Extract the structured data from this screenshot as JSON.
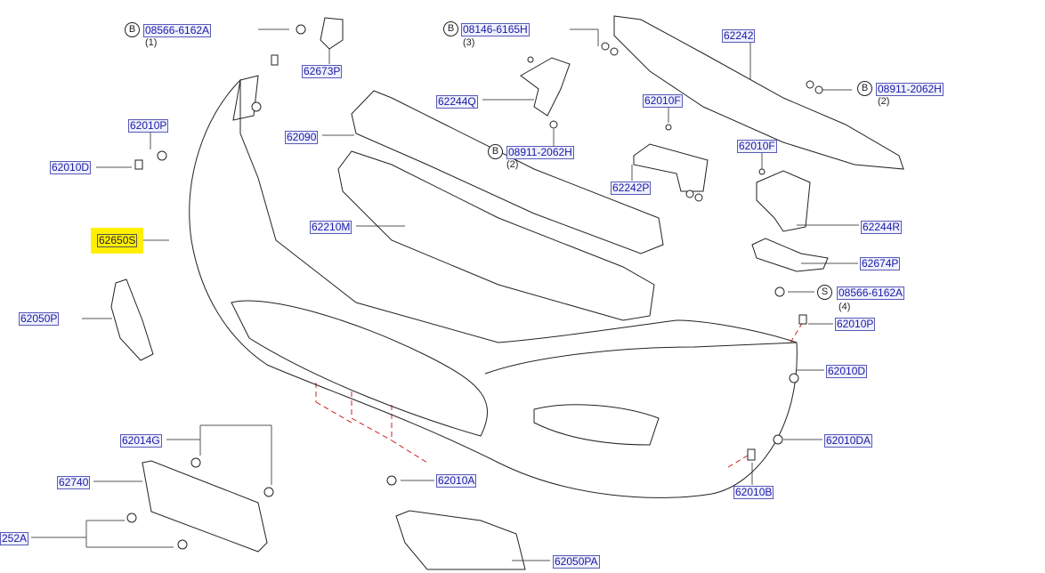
{
  "labels": [
    {
      "code": "08566-6162A",
      "prefix": "B",
      "qty": "(1)"
    },
    {
      "code": "62673P"
    },
    {
      "code": "08146-6165H",
      "prefix": "B",
      "qty": "(3)"
    },
    {
      "code": "62242"
    },
    {
      "code": "62244Q"
    },
    {
      "code": "08911-2062H",
      "prefix": "B",
      "qty": "(2)"
    },
    {
      "code": "62010F"
    },
    {
      "code": "62010P"
    },
    {
      "code": "62090"
    },
    {
      "code": "08911-2062H",
      "prefix": "B",
      "qty": "(2)"
    },
    {
      "code": "62010F"
    },
    {
      "code": "62010D"
    },
    {
      "code": "62242P"
    },
    {
      "code": "62210M"
    },
    {
      "code": "62244R"
    },
    {
      "code": "62650S",
      "highlighted": true
    },
    {
      "code": "62674P"
    },
    {
      "code": "08566-6162A",
      "prefix": "S",
      "qty": "(4)"
    },
    {
      "code": "62050P"
    },
    {
      "code": "62010P"
    },
    {
      "code": "62010D"
    },
    {
      "code": "62014G"
    },
    {
      "code": "62010DA"
    },
    {
      "code": "62740"
    },
    {
      "code": "62010A"
    },
    {
      "code": "62010B"
    },
    {
      "code": "252A"
    },
    {
      "code": "62050PA"
    }
  ],
  "colors": {
    "label_text": "#1a1aa8",
    "highlight": "#ffef00",
    "leader_red": "#d02020"
  }
}
